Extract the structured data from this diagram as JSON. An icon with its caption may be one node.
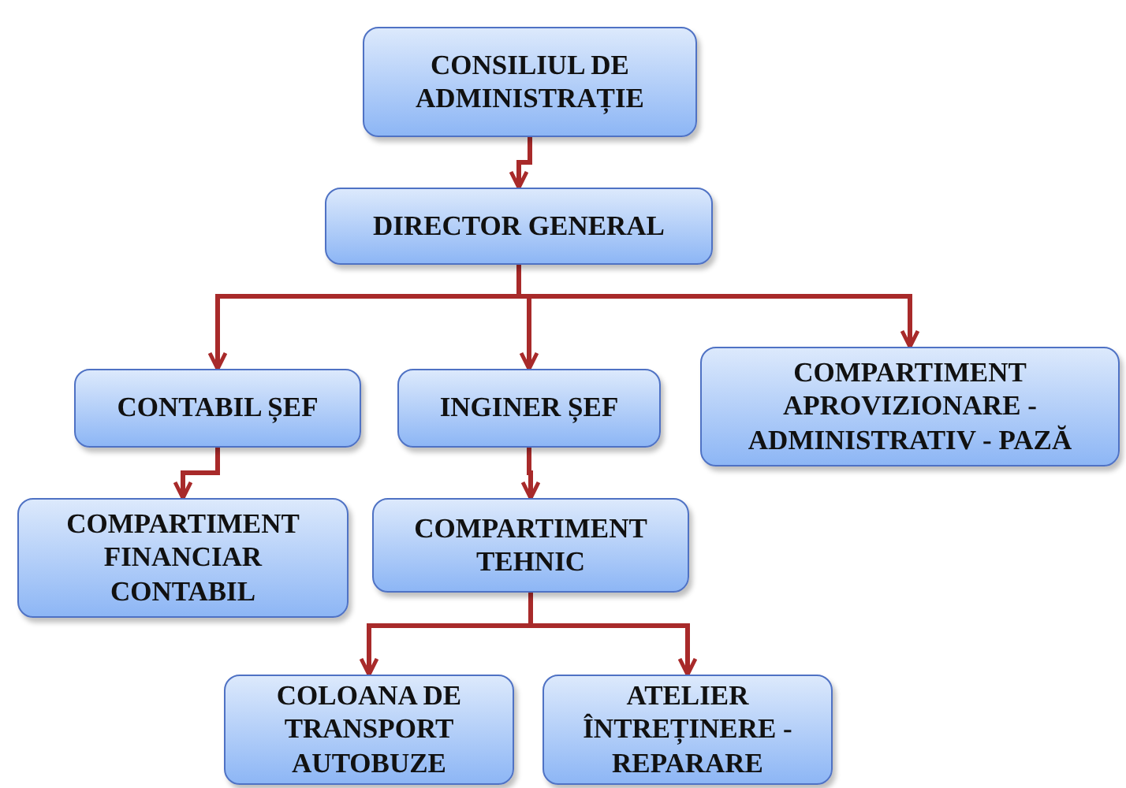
{
  "diagram": {
    "nodes": [
      {
        "text": [
          "CONSILIUL DE ADMINISTRAȚIE"
        ]
      },
      {
        "text": [
          "DIRECTOR GENERAL"
        ]
      },
      {
        "text": [
          "CONTABIL ȘEF"
        ]
      },
      {
        "text": [
          "INGINER ȘEF"
        ]
      },
      {
        "text": [
          "COMPARTIMENT APROVIZIONARE - ADMINISTRATIV - PAZĂ"
        ]
      },
      {
        "text": [
          "COMPARTIMENT FINANCIAR CONTABIL"
        ]
      },
      {
        "text": [
          "COMPARTIMENT TEHNIC"
        ]
      },
      {
        "text": [
          "COLOANA DE TRANSPORT AUTOBUZE"
        ]
      },
      {
        "text": [
          "ATELIER ÎNTREȚINERE - REPARARE"
        ]
      }
    ],
    "edges": [
      {
        "from": 0,
        "to": 1,
        "arrow": "to"
      },
      {
        "from": 1,
        "to": 2,
        "arrow": "to"
      },
      {
        "from": 1,
        "to": 3,
        "arrow": "to"
      },
      {
        "from": 1,
        "to": 4,
        "arrow": "to"
      },
      {
        "from": 2,
        "to": 5,
        "arrow": "to"
      },
      {
        "from": 3,
        "to": 6,
        "arrow": "to"
      },
      {
        "from": 6,
        "to": 7,
        "arrow": "to"
      },
      {
        "from": 6,
        "to": 8,
        "arrow": "to"
      }
    ]
  }
}
